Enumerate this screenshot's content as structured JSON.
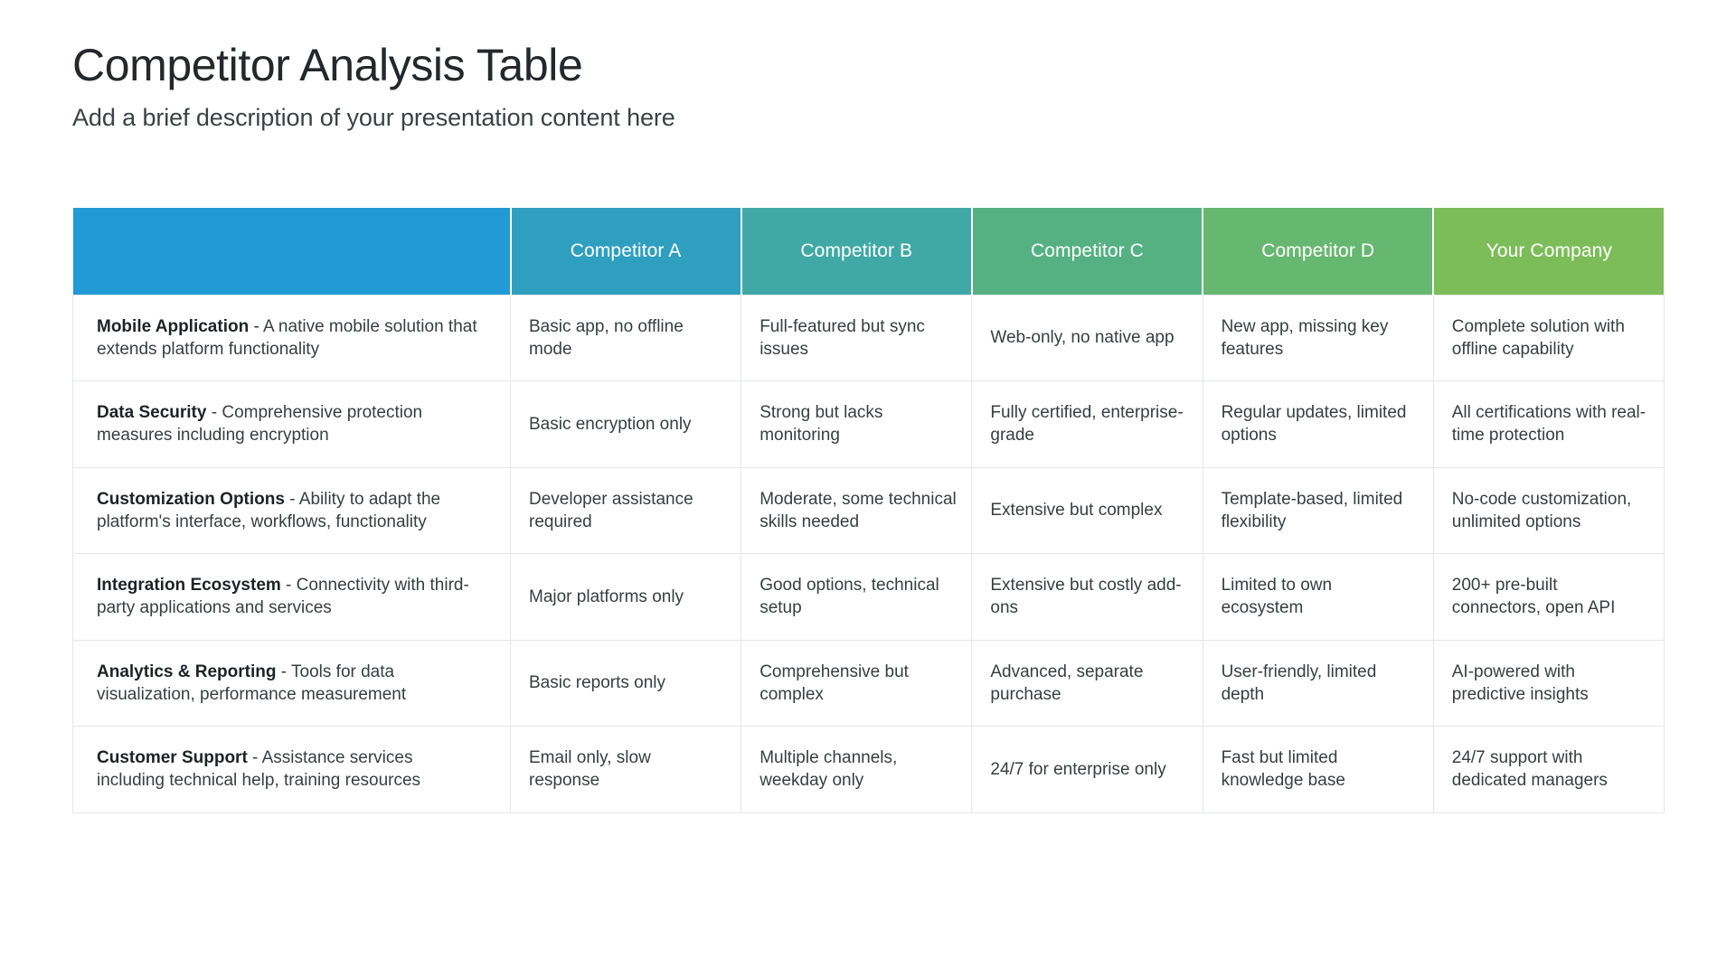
{
  "slide": {
    "title": "Competitor Analysis Table",
    "subtitle": "Add a brief description of your presentation content here"
  },
  "table": {
    "columns": [
      {
        "key": "feature",
        "label": "",
        "color": "#229ad6"
      },
      {
        "key": "competitor_a",
        "label": "Competitor A",
        "color": "#2f9fc0"
      },
      {
        "key": "competitor_b",
        "label": "Competitor B",
        "color": "#40a9a6"
      },
      {
        "key": "competitor_c",
        "label": "Competitor C",
        "color": "#55b182"
      },
      {
        "key": "competitor_d",
        "label": "Competitor D",
        "color": "#66b76f"
      },
      {
        "key": "your_company",
        "label": "Your Company",
        "color": "#7cbd59"
      }
    ],
    "rows": [
      {
        "feature_name": "Mobile Application",
        "feature_sep": " - ",
        "feature_desc": "A native mobile solution that extends platform functionality",
        "values": [
          "Basic app, no offline mode",
          "Full-featured but sync issues",
          "Web-only, no native app",
          "New app, missing key features",
          "Complete solution with offline capability"
        ]
      },
      {
        "feature_name": "Data Security",
        "feature_sep": " - ",
        "feature_desc": "Comprehensive protection measures including encryption",
        "values": [
          "Basic encryption only",
          "Strong but lacks monitoring",
          "Fully certified, enterprise-grade",
          "Regular updates, limited options",
          "All certifications with real-time protection"
        ]
      },
      {
        "feature_name": "Customization Options",
        "feature_sep": " - ",
        "feature_desc": "Ability to adapt the platform's interface, workflows, functionality",
        "values": [
          "Developer assistance required",
          "Moderate, some technical skills needed",
          "Extensive but complex",
          "Template-based, limited flexibility",
          "No-code customization, unlimited options"
        ]
      },
      {
        "feature_name": "Integration Ecosystem",
        "feature_sep": " - ",
        "feature_desc": "Connectivity with third-party applications and services",
        "values": [
          "Major platforms only",
          "Good options, technical setup",
          "Extensive but costly add-ons",
          "Limited to own ecosystem",
          "200+ pre-built connectors, open API"
        ]
      },
      {
        "feature_name": "Analytics & Reporting",
        "feature_sep": " - ",
        "feature_desc": "Tools for data visualization, performance measurement",
        "values": [
          "Basic reports only",
          "Comprehensive but complex",
          "Advanced, separate purchase",
          "User-friendly, limited depth",
          "AI-powered with predictive insights"
        ]
      },
      {
        "feature_name": "Customer Support",
        "feature_sep": " - ",
        "feature_desc": "Assistance services including technical help, training resources",
        "values": [
          "Email only, slow response",
          "Multiple channels, weekday only",
          "24/7 for enterprise only",
          "Fast but limited knowledge base",
          "24/7 support with dedicated managers"
        ]
      }
    ]
  }
}
